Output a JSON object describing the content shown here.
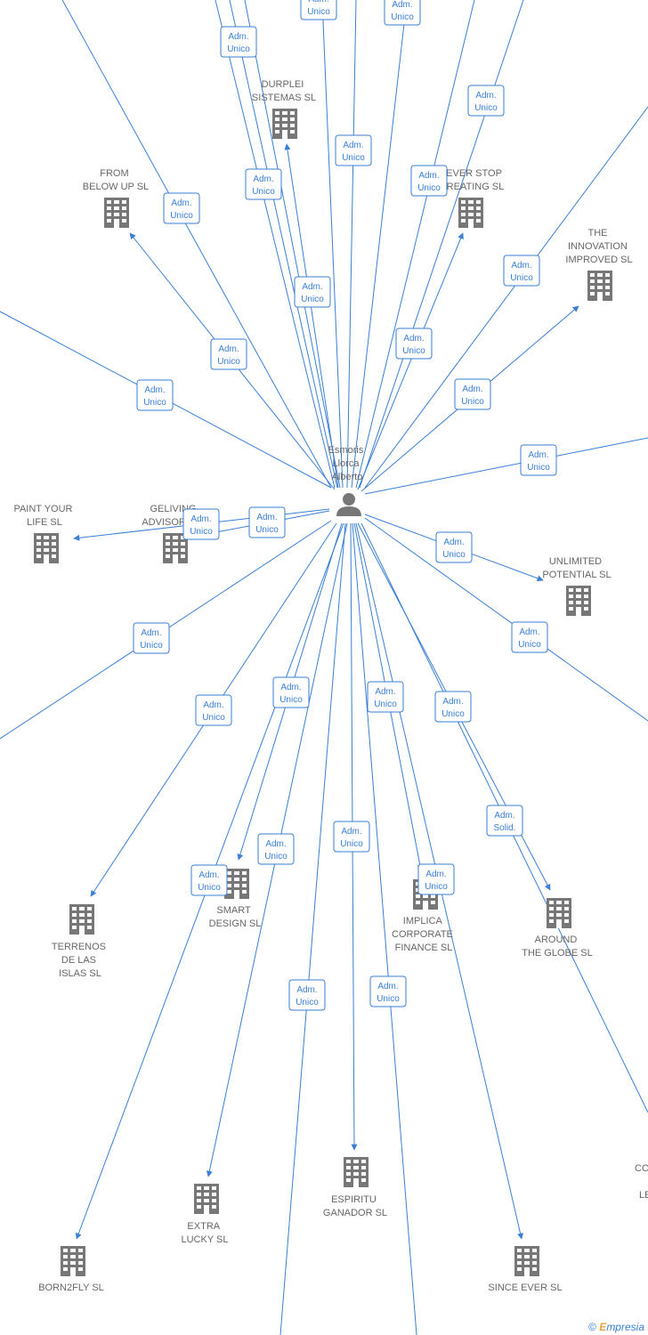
{
  "center": {
    "name_lines": [
      "Esmoris",
      "Llorca",
      "Alberto"
    ],
    "icon": "person-icon"
  },
  "companies": [
    {
      "id": "durplei",
      "lines": [
        "DURPLEI",
        "SISTEMAS  SL"
      ],
      "icon": "building-icon"
    },
    {
      "id": "from_below_up",
      "lines": [
        "FROM",
        "BELOW UP  SL"
      ],
      "icon": "building-icon"
    },
    {
      "id": "never_stop",
      "lines": [
        "NEVER STOP",
        "CREATING  SL"
      ],
      "icon": "building-icon"
    },
    {
      "id": "innovation",
      "lines": [
        "THE",
        "INNOVATION",
        "IMPROVED  SL"
      ],
      "icon": "building-icon"
    },
    {
      "id": "paint_your_life",
      "lines": [
        "PAINT YOUR",
        "LIFE  SL"
      ],
      "icon": "building-icon"
    },
    {
      "id": "geliving",
      "lines": [
        "GELIVING",
        "ADVISORS  SL"
      ],
      "icon": "building-icon"
    },
    {
      "id": "unlimited",
      "lines": [
        "UNLIMITED",
        "POTENTIAL  SL"
      ],
      "icon": "building-icon"
    },
    {
      "id": "terrenos",
      "lines": [
        "TERRENOS",
        "DE LAS",
        "ISLAS  SL"
      ],
      "icon": "building-icon"
    },
    {
      "id": "smart_design",
      "lines": [
        "SMART",
        "DESIGN  SL"
      ],
      "icon": "building-icon"
    },
    {
      "id": "implica",
      "lines": [
        "IMPLICA",
        "CORPORATE",
        "FINANCE  SL"
      ],
      "icon": "building-icon"
    },
    {
      "id": "around_globe",
      "lines": [
        "AROUND",
        "THE GLOBE  SL"
      ],
      "icon": "building-icon"
    },
    {
      "id": "espiritu",
      "lines": [
        "ESPIRITU",
        "GANADOR  SL"
      ],
      "icon": "building-icon"
    },
    {
      "id": "extra_lucky",
      "lines": [
        "EXTRA",
        "LUCKY  SL"
      ],
      "icon": "building-icon"
    },
    {
      "id": "born2fly",
      "lines": [
        "BORN2FLY  SL"
      ],
      "icon": "building-icon"
    },
    {
      "id": "since_ever",
      "lines": [
        "SINCE EVER  SL"
      ],
      "icon": "building-icon"
    },
    {
      "id": "co_partial",
      "lines": [
        "CO",
        "",
        "LE"
      ],
      "icon": "building-icon"
    }
  ],
  "roles": [
    {
      "lines": [
        "Adm.",
        "Unico"
      ]
    },
    {
      "lines": [
        "Adm.",
        "Unico"
      ]
    },
    {
      "lines": [
        "Adm.",
        "Unico"
      ]
    },
    {
      "lines": [
        "Adm.",
        "Unico"
      ]
    },
    {
      "lines": [
        "Adm.",
        "Unico"
      ]
    },
    {
      "lines": [
        "Adm.",
        "Unico"
      ]
    },
    {
      "lines": [
        "Adm.",
        "Unico"
      ]
    },
    {
      "lines": [
        "Adm.",
        "Unico"
      ]
    },
    {
      "lines": [
        "Adm.",
        "Unico"
      ]
    },
    {
      "lines": [
        "Adm.",
        "Unico"
      ]
    },
    {
      "lines": [
        "Adm.",
        "Unico"
      ]
    },
    {
      "lines": [
        "Adm.",
        "Unico"
      ]
    },
    {
      "lines": [
        "Adm.",
        "Unico"
      ]
    },
    {
      "lines": [
        "Adm.",
        "Unico"
      ]
    },
    {
      "lines": [
        "Adm.",
        "Unico"
      ]
    },
    {
      "lines": [
        "Adm.",
        "Unico"
      ]
    },
    {
      "lines": [
        "Adm.",
        "Unico"
      ]
    },
    {
      "lines": [
        "Adm.",
        "Unico"
      ]
    },
    {
      "lines": [
        "Adm.",
        "Unico"
      ]
    },
    {
      "lines": [
        "Adm.",
        "Unico"
      ]
    },
    {
      "lines": [
        "Adm.",
        "Unico"
      ]
    },
    {
      "lines": [
        "Adm.",
        "Unico"
      ]
    },
    {
      "lines": [
        "Adm.",
        "Unico"
      ]
    },
    {
      "lines": [
        "Adm.",
        "Unico"
      ]
    },
    {
      "lines": [
        "Adm.",
        "Unico"
      ]
    },
    {
      "lines": [
        "Adm.",
        "Unico"
      ]
    },
    {
      "lines": [
        "Adm.",
        "Unico"
      ]
    },
    {
      "lines": [
        "Adm.",
        "Solid."
      ]
    },
    {
      "lines": [
        "Adm.",
        "Unico"
      ]
    }
  ],
  "footer": {
    "copyright": "©",
    "brand_initial": "E",
    "brand_rest": "mpresia"
  },
  "colors": {
    "edge": "#3a7fd5",
    "label": "#666666",
    "icon": "#777777"
  }
}
